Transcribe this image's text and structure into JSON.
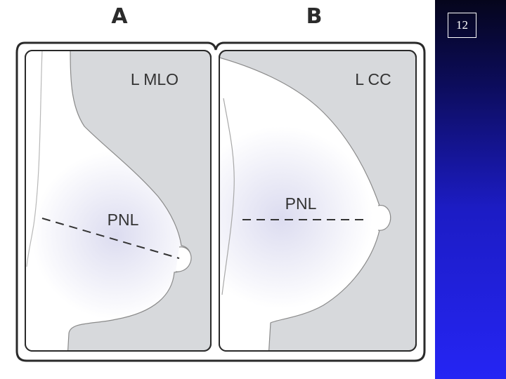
{
  "slide": {
    "page_number": "12"
  },
  "diagram": {
    "panel_a": {
      "letter": "A",
      "view": "L MLO",
      "line_label": "PNL"
    },
    "panel_b": {
      "letter": "B",
      "view": "L CC",
      "line_label": "PNL"
    }
  },
  "colors": {
    "frame": "#2a2a2a",
    "background_fill": "#d7d9dc",
    "tissue": "#ffffff",
    "tissue_shade": "#dcdcf0",
    "sidebar_top": "#05051c",
    "sidebar_bottom": "#2525f4"
  }
}
